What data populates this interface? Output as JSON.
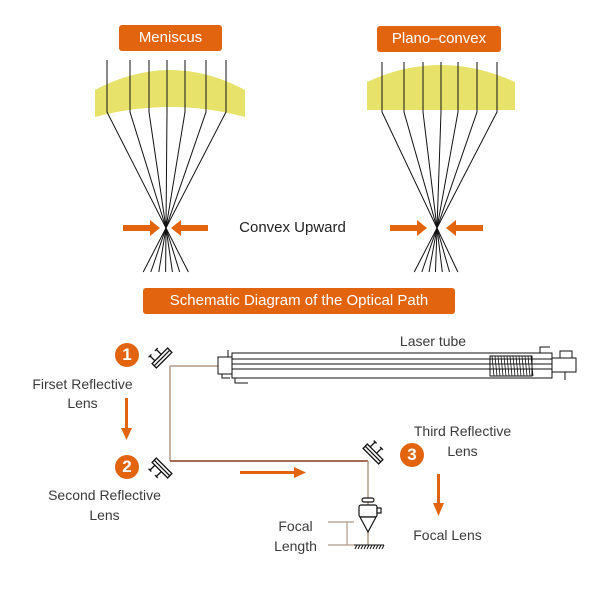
{
  "top": {
    "lens_left_label": "Meniscus",
    "lens_right_label": "Plano–convex",
    "center_caption": "Convex Upward"
  },
  "schematic": {
    "title": "Schematic Diagram of the Optical Path",
    "laser_tube_label": "Laser tube",
    "steps": [
      {
        "number": "1",
        "label_line1": "Firset Reflective",
        "label_line2": "Lens"
      },
      {
        "number": "2",
        "label_line1": "Second Reflective",
        "label_line2": "Lens"
      },
      {
        "number": "3",
        "label_line1": "Third Reflective",
        "label_line2": "Lens"
      }
    ],
    "focal_lens_label": "Focal Lens",
    "focal_length_line1": "Focal",
    "focal_length_line2": "Length"
  },
  "colors": {
    "accent": "#e2640f",
    "lens_fill": "#e6e26a",
    "beam_primary": "#b09a88",
    "beam_secondary": "#8a3a1c"
  }
}
